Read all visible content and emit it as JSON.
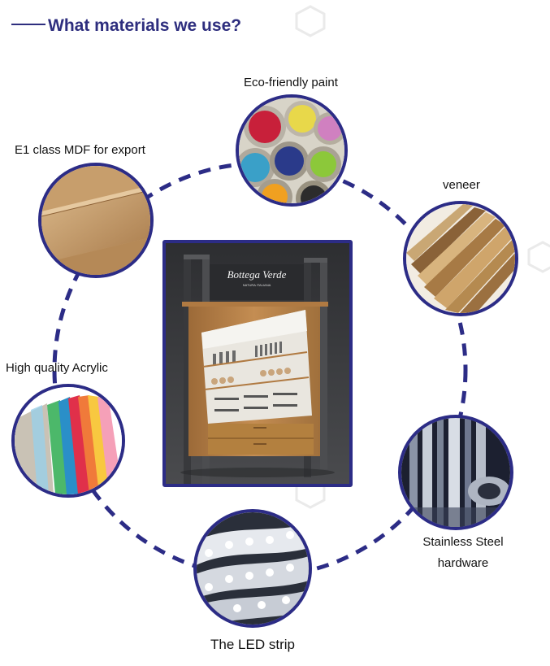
{
  "heading": {
    "text": "What materials we use?"
  },
  "center_image": {
    "brand_name": "Bottega Verde",
    "brand_tagline": "NATURA ITALIANA"
  },
  "materials": [
    {
      "id": "paint",
      "label": "Eco-friendly paint",
      "icon": "paint-cans-photo"
    },
    {
      "id": "veneer",
      "label": "veneer",
      "icon": "veneer-samples-photo"
    },
    {
      "id": "steel",
      "label_line1": "Stainless Steel",
      "label_line2": "hardware",
      "icon": "steel-hardware-photo"
    },
    {
      "id": "led",
      "label": "The LED strip",
      "icon": "led-strip-photo"
    },
    {
      "id": "acrylic",
      "label": "High quality Acrylic",
      "icon": "acrylic-sheets-photo"
    },
    {
      "id": "mdf",
      "label": "E1 class MDF for export",
      "icon": "mdf-board-photo"
    }
  ],
  "colors": {
    "accent": "#2c2c86",
    "heading": "#2e2e7e"
  }
}
